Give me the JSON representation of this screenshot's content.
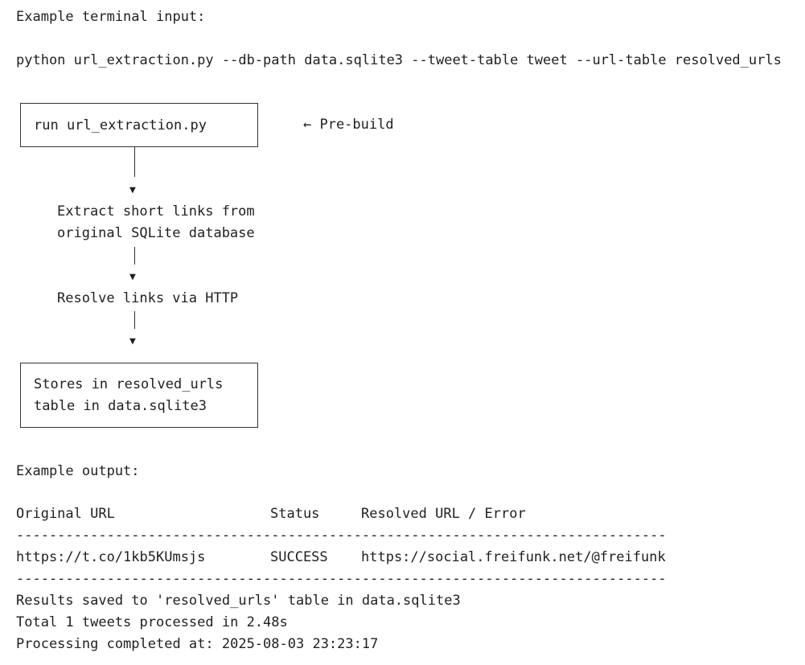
{
  "intro_label": "Example terminal input:",
  "command": "python url_extraction.py --db-path data.sqlite3 --tweet-table tweet --url-table resolved_urls",
  "flow": {
    "start_box": "run url_extraction.py",
    "prebuild_note": "← Pre-build",
    "step_extract_line1": "Extract short links from",
    "step_extract_line2": "original SQLite database",
    "step_resolve": "Resolve links via HTTP",
    "end_box_line1": "Stores in resolved_urls",
    "end_box_line2": "table in data.sqlite3"
  },
  "output_label": "Example output:",
  "table": {
    "headers": [
      "Original URL",
      "Status",
      "Resolved URL / Error"
    ],
    "rows": [
      [
        "https://t.co/1kb5KUmsjs",
        "SUCCESS",
        "https://social.freifunk.net/@freifunk"
      ]
    ],
    "separator": "-------------------------------------------------------------------------------"
  },
  "summary": {
    "saved": "Results saved to 'resolved_urls' table in data.sqlite3",
    "total": "Total 1 tweets processed in 2.48s",
    "completed": "Processing completed at: 2025-08-03 23:23:17"
  }
}
